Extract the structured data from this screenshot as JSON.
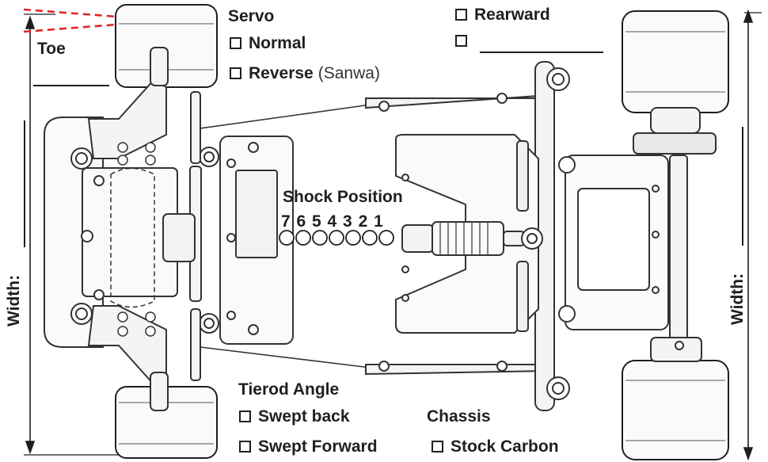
{
  "toe": {
    "label": "Toe"
  },
  "servo": {
    "title": "Servo",
    "options": [
      "Normal",
      "Reverse"
    ],
    "reverse_note": "(Sanwa)"
  },
  "rear": {
    "options": [
      "Rearward"
    ]
  },
  "shock": {
    "title": "Shock Position",
    "numbers": "7 6 5 4 3 2 1"
  },
  "tierod": {
    "title": "Tierod Angle",
    "options": [
      "Swept back",
      "Swept Forward"
    ]
  },
  "chassis": {
    "title": "Chassis",
    "options": [
      "Stock Carbon"
    ]
  },
  "width": {
    "left_label": "Width:",
    "right_label": "Width:"
  },
  "colors": {
    "toe_lines": "#e02020",
    "ink": "#1f1f1f",
    "tire_fill": "#fafafa",
    "part_stroke": "#333333"
  }
}
